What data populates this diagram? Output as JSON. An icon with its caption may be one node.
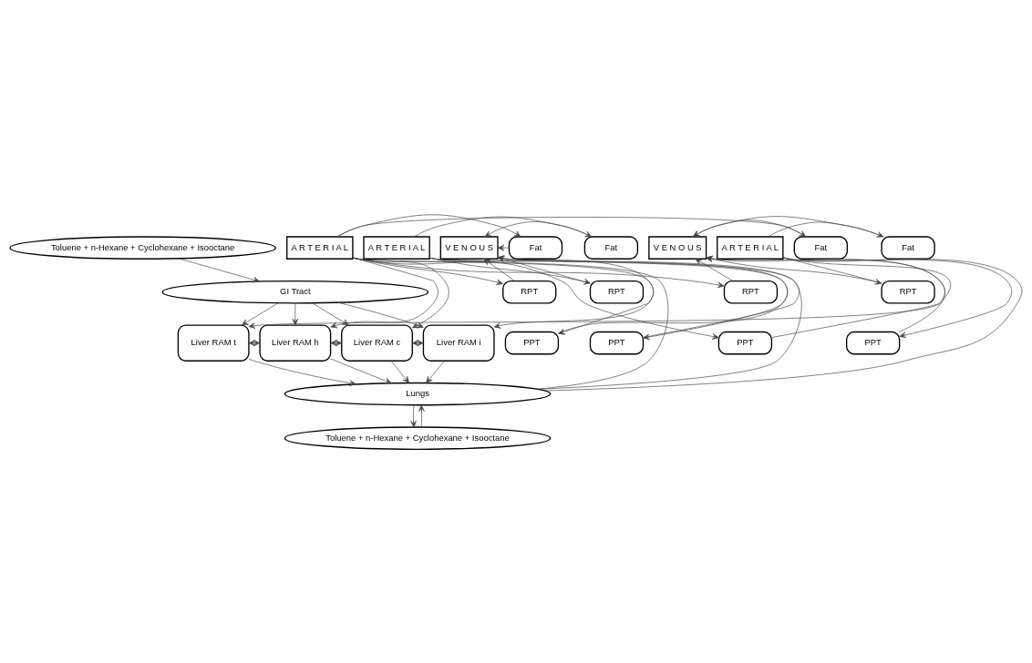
{
  "diagram": {
    "nodes": [
      {
        "text": [
          "Toluene + n-Hexane + Cyclohexane + Isooctane"
        ]
      },
      {
        "text": [
          "GI Tract"
        ]
      },
      {
        "text": [
          "Liver RAM t"
        ]
      },
      {
        "text": [
          "Liver RAM h"
        ]
      },
      {
        "text": [
          "Liver RAM c"
        ]
      },
      {
        "text": [
          "Liver RAM i"
        ]
      },
      {
        "text": [
          "A R T E R I A L"
        ]
      },
      {
        "text": [
          "Fat"
        ]
      },
      {
        "text": [
          "RPT"
        ]
      },
      {
        "text": [
          "PPT"
        ]
      },
      {
        "text": [
          "V E N O U S"
        ]
      },
      {
        "text": [
          "Fat"
        ]
      },
      {
        "text": [
          "RPT"
        ]
      },
      {
        "text": [
          "PPT"
        ]
      },
      {
        "text": [
          "A R T E R I A L"
        ]
      },
      {
        "text": [
          "Fat"
        ]
      },
      {
        "text": [
          "RPT"
        ]
      },
      {
        "text": [
          "PPT"
        ]
      },
      {
        "text": [
          "V E N O U S"
        ]
      },
      {
        "text": [
          "Fat"
        ]
      },
      {
        "text": [
          "RPT"
        ]
      },
      {
        "text": [
          "PPT"
        ]
      },
      {
        "text": [
          "A R T E R I A L"
        ]
      },
      {
        "text": [
          "Lungs"
        ]
      },
      {
        "text": [
          "Toluene + n-Hexane + Cyclohexane + Isooctane"
        ]
      }
    ],
    "edges": [
      {
        "from": 0,
        "to": 1,
        "arrow": "to"
      },
      {
        "from": 1,
        "to": 2,
        "arrow": "to"
      },
      {
        "from": 1,
        "to": 3,
        "arrow": "to"
      },
      {
        "from": 1,
        "to": 4,
        "arrow": "to"
      },
      {
        "from": 1,
        "to": 5,
        "arrow": "to"
      },
      {
        "from": 2,
        "to": 3,
        "arrow": "both"
      },
      {
        "from": 3,
        "to": 4,
        "arrow": "both"
      },
      {
        "from": 4,
        "to": 5,
        "arrow": "both"
      },
      {
        "from": 23,
        "to": 6,
        "arrow": "none"
      },
      {
        "from": 23,
        "to": 14,
        "arrow": "none"
      },
      {
        "from": 23,
        "to": 22,
        "arrow": "none"
      },
      {
        "from": 6,
        "to": 2,
        "arrow": "to"
      },
      {
        "from": 6,
        "to": 7,
        "arrow": "to"
      },
      {
        "from": 6,
        "to": 8,
        "arrow": "to"
      },
      {
        "from": 6,
        "to": 9,
        "arrow": "to"
      },
      {
        "from": 14,
        "to": 3,
        "arrow": "to"
      },
      {
        "from": 14,
        "to": 11,
        "arrow": "to"
      },
      {
        "from": 14,
        "to": 12,
        "arrow": "to"
      },
      {
        "from": 14,
        "to": 13,
        "arrow": "to"
      },
      {
        "from": 14,
        "to": 4,
        "arrow": "to"
      },
      {
        "from": 14,
        "to": 15,
        "arrow": "to"
      },
      {
        "from": 14,
        "to": 16,
        "arrow": "to"
      },
      {
        "from": 14,
        "to": 17,
        "arrow": "to"
      },
      {
        "from": 22,
        "to": 5,
        "arrow": "to"
      },
      {
        "from": 22,
        "to": 19,
        "arrow": "to"
      },
      {
        "from": 22,
        "to": 20,
        "arrow": "to"
      },
      {
        "from": 22,
        "to": 21,
        "arrow": "to"
      },
      {
        "from": 7,
        "to": 10,
        "arrow": "to"
      },
      {
        "from": 8,
        "to": 10,
        "arrow": "to"
      },
      {
        "from": 9,
        "to": 10,
        "arrow": "to"
      },
      {
        "from": 11,
        "to": 10,
        "arrow": "to"
      },
      {
        "from": 12,
        "to": 10,
        "arrow": "to"
      },
      {
        "from": 13,
        "to": 10,
        "arrow": "to"
      },
      {
        "from": 15,
        "to": 18,
        "arrow": "to"
      },
      {
        "from": 16,
        "to": 18,
        "arrow": "to"
      },
      {
        "from": 17,
        "to": 18,
        "arrow": "to"
      },
      {
        "from": 19,
        "to": 18,
        "arrow": "to"
      },
      {
        "from": 20,
        "to": 18,
        "arrow": "to"
      },
      {
        "from": 21,
        "to": 18,
        "arrow": "to"
      },
      {
        "from": 2,
        "to": 23,
        "arrow": "to"
      },
      {
        "from": 3,
        "to": 23,
        "arrow": "to"
      },
      {
        "from": 4,
        "to": 23,
        "arrow": "to"
      },
      {
        "from": 5,
        "to": 23,
        "arrow": "to"
      },
      {
        "from": 23,
        "to": 24,
        "arrow": "to"
      },
      {
        "from": 24,
        "to": 23,
        "arrow": "to"
      }
    ]
  }
}
